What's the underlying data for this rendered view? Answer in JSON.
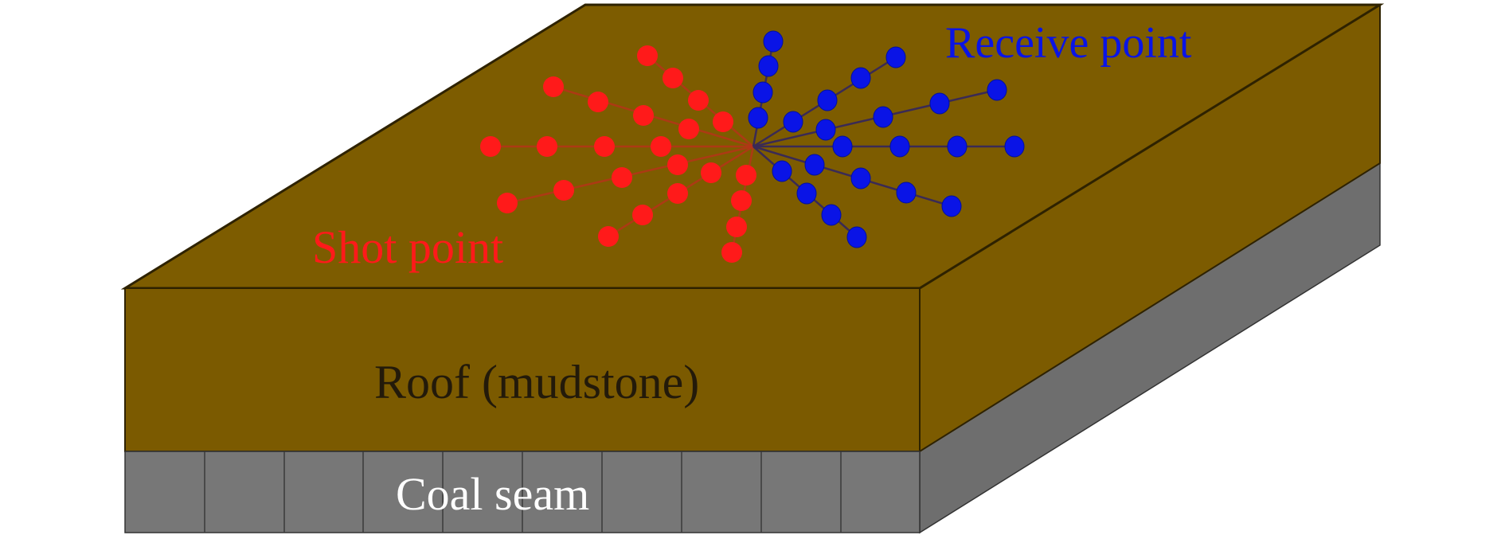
{
  "labels": {
    "receive": "Receive point",
    "shot": "Shot point",
    "roof": "Roof (mudstone)",
    "coal": "Coal seam"
  },
  "colors": {
    "roof": "#7c5b00",
    "coal": "#777777",
    "shot": "#ff1a1a",
    "receive": "#0a14e6",
    "roof_text": "#231a0a",
    "coal_text": "#ffffff"
  },
  "icons": {
    "shot_marker": "red-circle",
    "receive_marker": "blue-circle"
  }
}
